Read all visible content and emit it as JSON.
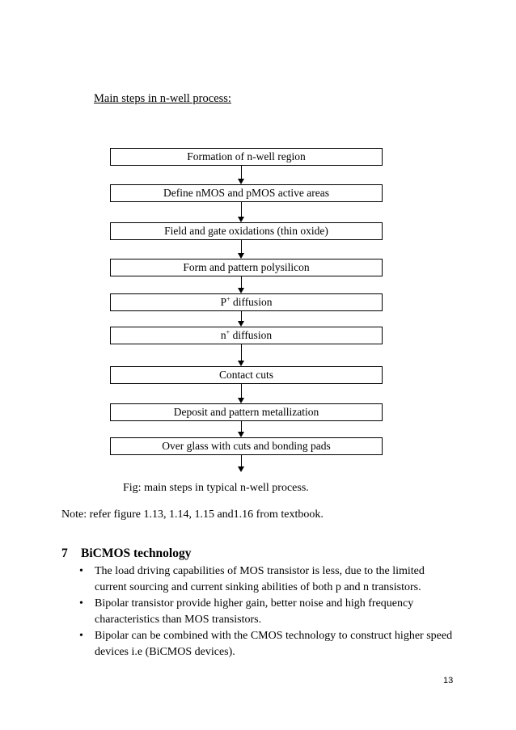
{
  "heading": "Main steps in n-well process:",
  "steps": [
    {
      "label": "Formation of n-well region"
    },
    {
      "label": "Define nMOS and pMOS active areas"
    },
    {
      "label": "Field and gate oxidations (thin oxide)"
    },
    {
      "label": "Form and pattern polysilicon"
    },
    {
      "prefix": "P",
      "sup": "+",
      "label": " diffusion"
    },
    {
      "prefix": "n",
      "sup": "+",
      "label": " diffusion"
    },
    {
      "label": "Contact cuts"
    },
    {
      "label": "Deposit and pattern metallization"
    },
    {
      "label": "Over glass with cuts and bonding pads"
    }
  ],
  "caption": "Fig: main steps in typical n-well process.",
  "note": "Note: refer figure 1.13, 1.14, 1.15 and1.16 from textbook.",
  "section": {
    "number": "7",
    "title": "BiCMOS technology",
    "bullets": [
      "The load driving capabilities of MOS transistor is less, due to the limited current sourcing and current sinking abilities of both p and n transistors.",
      "Bipolar transistor provide higher gain, better noise and high frequency characteristics than MOS transistors.",
      "Bipolar can be combined with the CMOS technology to construct higher speed devices i.e (BiCMOS devices)."
    ]
  },
  "page_number": "13"
}
